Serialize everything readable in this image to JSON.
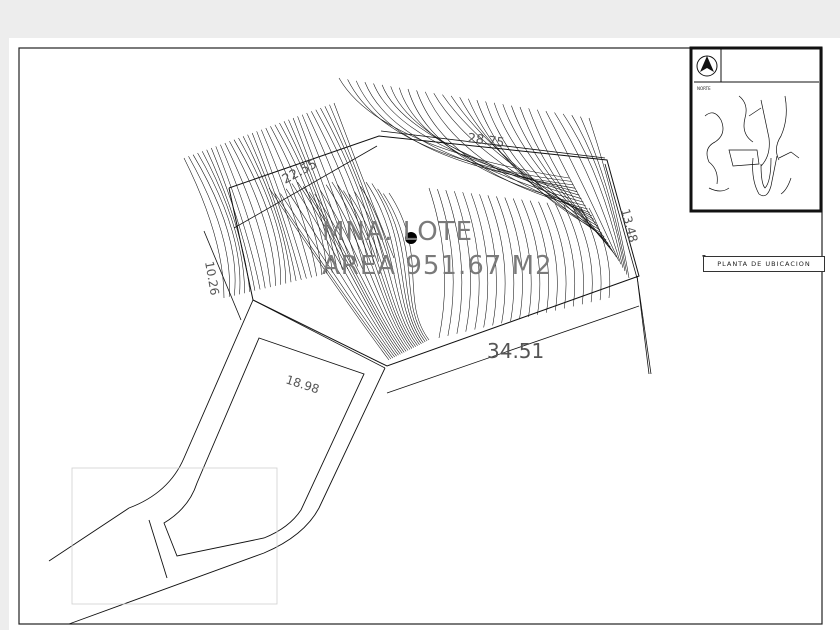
{
  "block": {
    "line1": "MNA.    LOTE",
    "line2": "AREA 951.67 M2"
  },
  "dimensions": {
    "d1": "22.55",
    "d2": "28.75",
    "d3": "13.48",
    "d4": "10.26",
    "d5": "34.51",
    "d6": "18.98"
  },
  "location_plan": {
    "caption": "PLANTA DE UBICACION",
    "north_label": "NORTE"
  }
}
